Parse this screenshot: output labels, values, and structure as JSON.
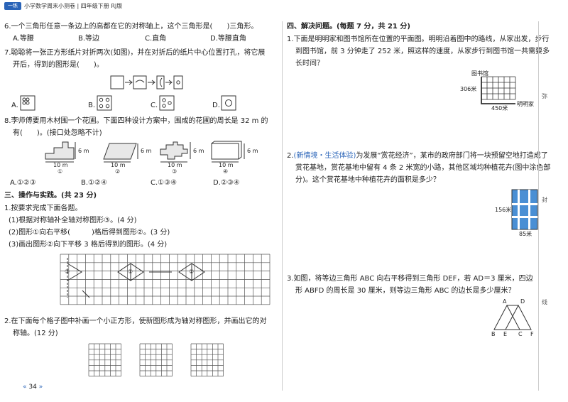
{
  "header": {
    "badge": "一练",
    "title": "小学数学周末小测卷 | 四年级下册 RJ版"
  },
  "left": {
    "q6": {
      "text": "6.一个三角形任意一条边上的高都在它的对称轴上，这个三角形是(　　)三角形。",
      "options": [
        "A.等腰",
        "B.等边",
        "C.直角",
        "D.等腰直角"
      ]
    },
    "q7": {
      "line1": "7.聪聪将一张正方形纸片对折两次(如图)，并在对折后的纸片中心位置打孔，将它展",
      "line2": "开后，得到的图形是(　　)。",
      "options": [
        "A.",
        "B.",
        "C.",
        "D."
      ]
    },
    "q8": {
      "line1": "8.李师傅要用木材围一个花圃。下面四种设计方案中，围成的花圃的周长是 32 m 的",
      "line2": "有(　　)。(接口处忽略不计)",
      "dims": {
        "w": "10 m",
        "h": "6 m"
      },
      "labels": [
        "①",
        "②",
        "③",
        "④"
      ],
      "options": [
        "A.①②③",
        "B.①②④",
        "C.①③④",
        "D.②③④"
      ]
    },
    "sec3": {
      "title": "三、操作与实践。(共 23 分)",
      "q1": "1.按要求完成下面各题。",
      "sub1": "(1)根据对称轴补全轴对称图形③。(4 分)",
      "sub2": "(2)图形①向右平移(　　　)格后得到图形②。(3 分)",
      "sub3": "(3)画出图形②向下平移 3 格后得到的图形。(4 分)",
      "shape_labels": [
        "③",
        "①",
        "②"
      ],
      "q2line1": "2.在下面每个格子图中补画一个小正方形，使新图形成为轴对称图形，并画出它的对",
      "q2line2": "称轴。(12 分)"
    }
  },
  "right": {
    "sec4": {
      "title": "四、解决问题。(每题 7 分，共 21 分)"
    },
    "q1": {
      "lines": [
        "1.下面是明明家和图书馆所在位置的平面图。明明沿着图中的路线，从家出发，步行",
        "到图书馆，前 3 分钟走了 252 米，照这样的速度，从家步行到图书馆一共需要多",
        "长时间？"
      ],
      "library": "图书馆",
      "home": "明明家",
      "h": "306米",
      "w": "450米"
    },
    "q2": {
      "tag": "(新情境・生活体验)",
      "line1rest": "为发展“赏花经济”，某市的政府部门将一块预留空地打造成了",
      "line2": "赏花基地，赏花基地中留有 4 条 2 米宽的小路，其他区域均种植花卉(图中涂色部",
      "line3": "分)。这个赏花基地中种植花卉的面积是多少？",
      "h": "156米",
      "w": "85米"
    },
    "q3": {
      "line1": "3.如图，将等边三角形 ABC 向右平移得到三角形 DEF，若 AD＝3 厘米，四边",
      "line2": "形 ABFD 的周长是 30 厘米，则等边三角形 ABC 的边长是多少厘米？",
      "points": [
        "A",
        "D",
        "B",
        "E",
        "C",
        "F"
      ]
    }
  },
  "side": [
    "弥",
    "封",
    "线"
  ],
  "footer": {
    "page": "34"
  }
}
